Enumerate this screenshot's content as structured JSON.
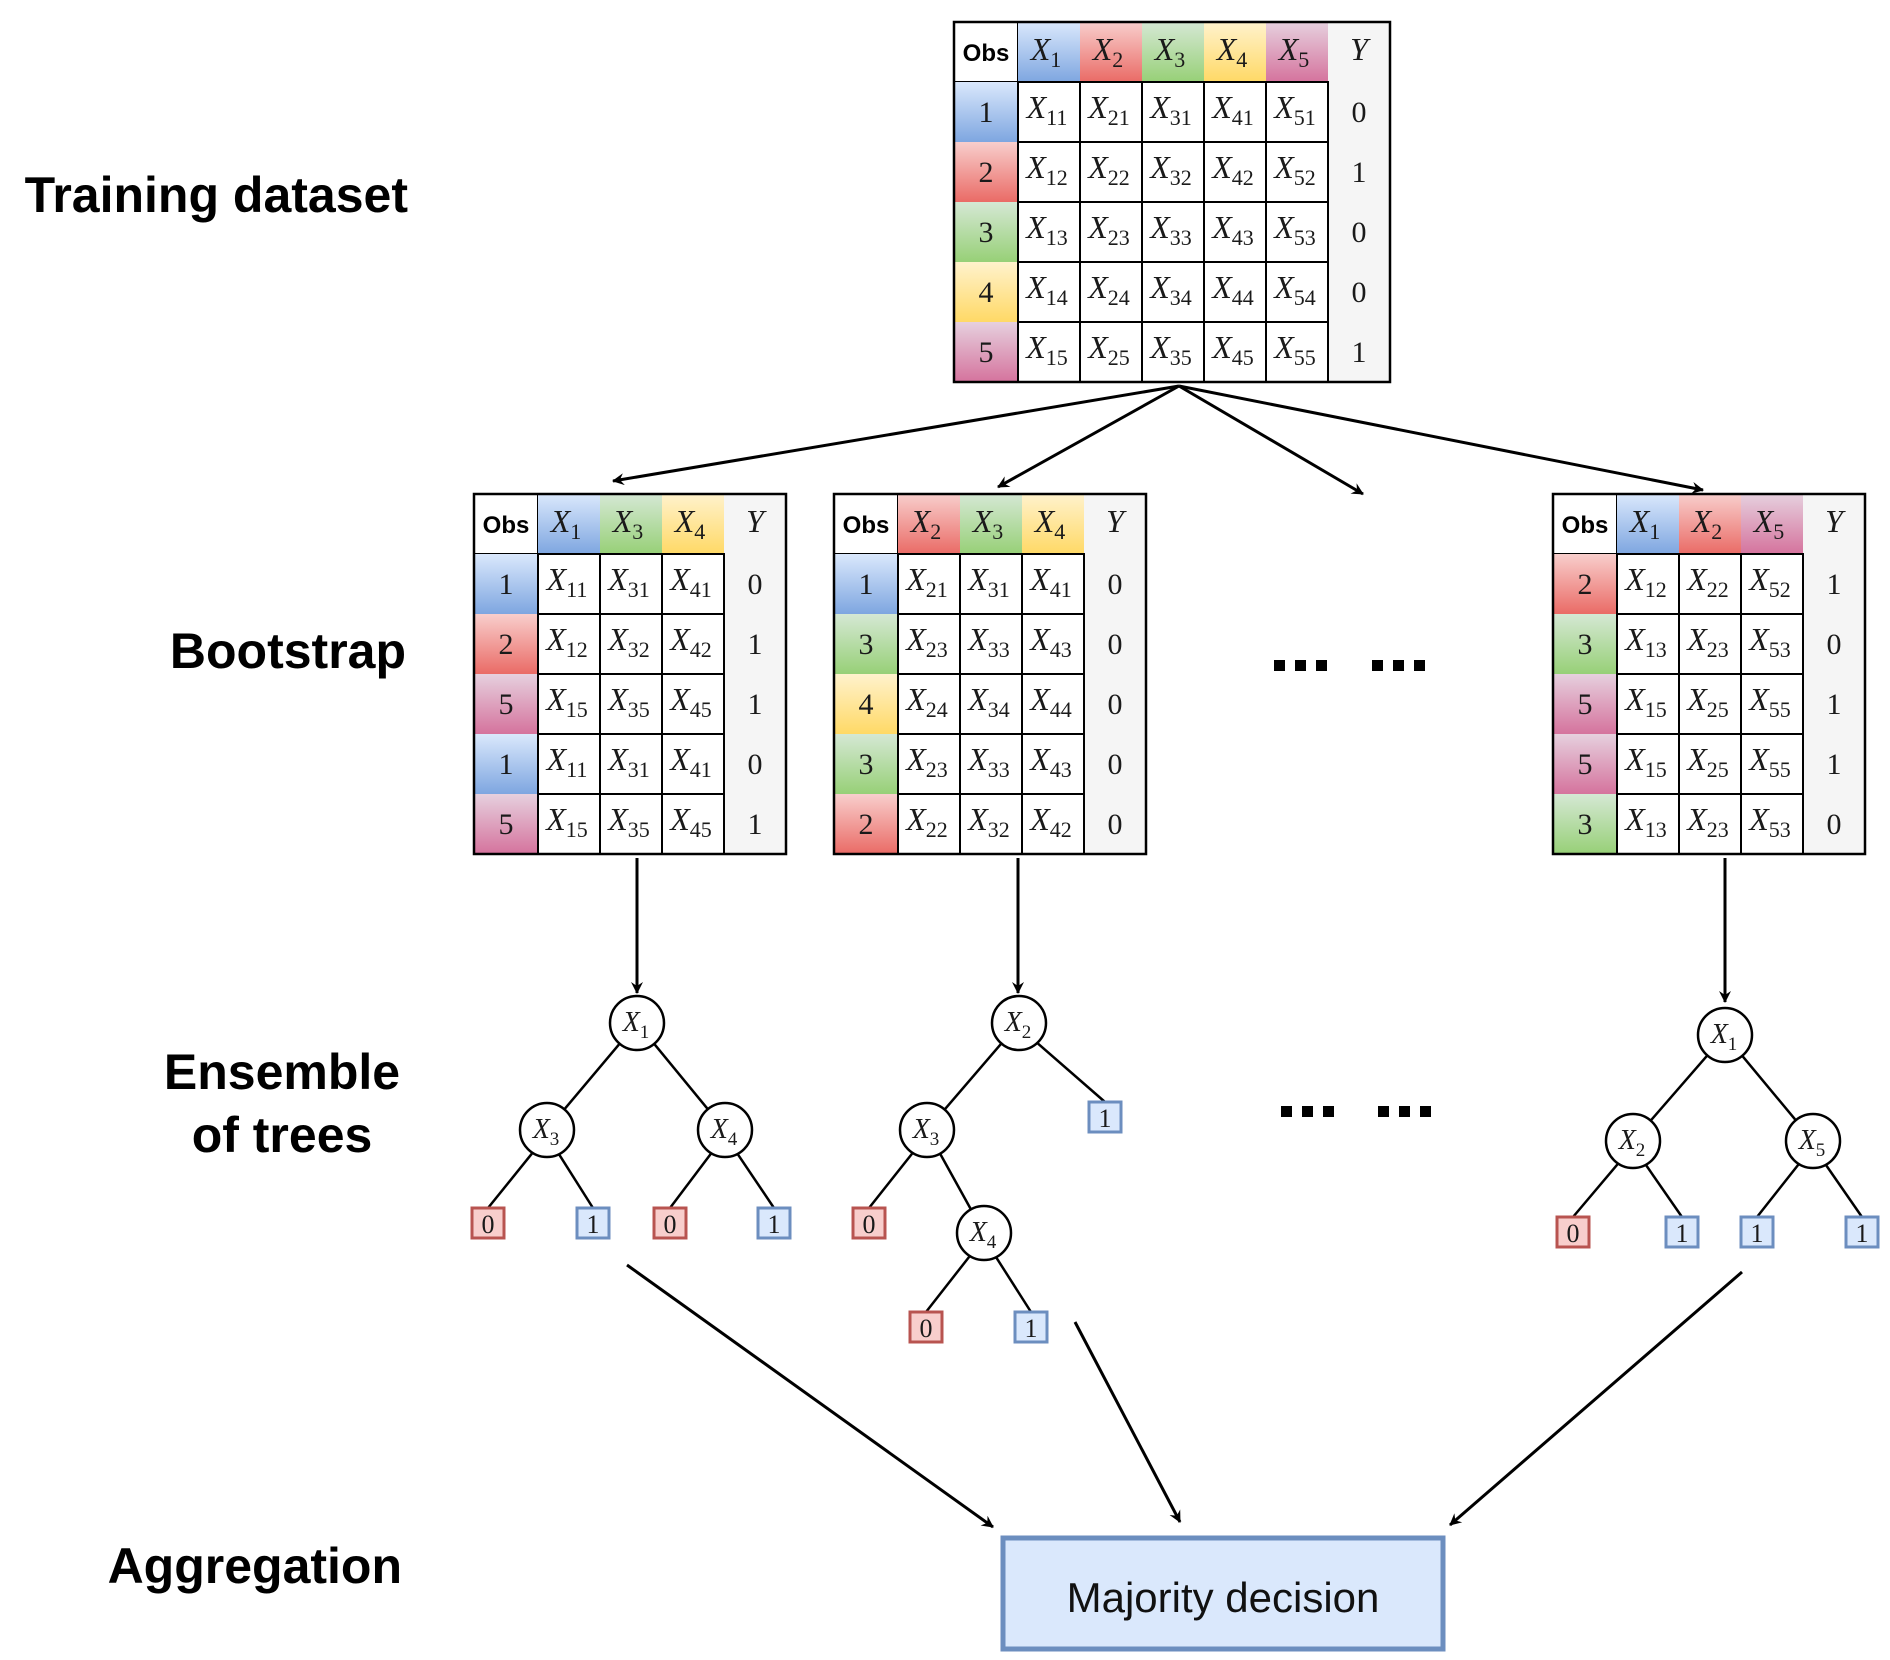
{
  "stage_labels": {
    "training": "Training dataset",
    "bootstrap": "Bootstrap",
    "ensemble_line1": "Ensemble",
    "ensemble_line2": "of trees",
    "aggregation": "Aggregation"
  },
  "colors": {
    "blue": {
      "light": "#dae8fc",
      "dark": "#7ea6e0"
    },
    "red": {
      "light": "#f8cecc",
      "dark": "#ea6b66"
    },
    "green": {
      "light": "#d5e8d4",
      "dark": "#97d077"
    },
    "yellow": {
      "light": "#fff2cc",
      "dark": "#ffd966"
    },
    "pink": {
      "light": "#e6d0de",
      "dark": "#d5739d"
    },
    "y_column": "#f5f5f5",
    "leaf0_fill": "#f8cecc",
    "leaf0_border": "#b85450",
    "leaf1_fill": "#dae8fc",
    "leaf1_border": "#6c8ebf",
    "decision_fill": "#dae8fc",
    "decision_border": "#6c8ebf"
  },
  "feature_colors": {
    "1": "blue",
    "2": "red",
    "3": "green",
    "4": "yellow",
    "5": "pink"
  },
  "obs_header": "Obs",
  "y_header": "Y",
  "training_table": {
    "features": [
      1,
      2,
      3,
      4,
      5
    ],
    "rows": [
      {
        "obs": 1,
        "y": 0
      },
      {
        "obs": 2,
        "y": 1
      },
      {
        "obs": 3,
        "y": 0
      },
      {
        "obs": 4,
        "y": 0
      },
      {
        "obs": 5,
        "y": 1
      }
    ]
  },
  "bootstrap_tables": [
    {
      "features": [
        1,
        3,
        4
      ],
      "rows": [
        {
          "obs": 1,
          "y": 0
        },
        {
          "obs": 2,
          "y": 1
        },
        {
          "obs": 5,
          "y": 1
        },
        {
          "obs": 1,
          "y": 0
        },
        {
          "obs": 5,
          "y": 1
        }
      ]
    },
    {
      "features": [
        2,
        3,
        4
      ],
      "rows": [
        {
          "obs": 1,
          "y": 0
        },
        {
          "obs": 3,
          "y": 0
        },
        {
          "obs": 4,
          "y": 0
        },
        {
          "obs": 3,
          "y": 0
        },
        {
          "obs": 2,
          "y": 0
        }
      ]
    },
    {
      "features": [
        1,
        2,
        5
      ],
      "rows": [
        {
          "obs": 2,
          "y": 1
        },
        {
          "obs": 3,
          "y": 0
        },
        {
          "obs": 5,
          "y": 1
        },
        {
          "obs": 5,
          "y": 1
        },
        {
          "obs": 3,
          "y": 0
        }
      ]
    }
  ],
  "trees": [
    {
      "nodes": [
        {
          "id": "a",
          "feature": 1
        },
        {
          "id": "b",
          "feature": 3,
          "parent": "a"
        },
        {
          "id": "c",
          "feature": 4,
          "parent": "a"
        },
        {
          "id": "l1",
          "leaf": 0,
          "parent": "b"
        },
        {
          "id": "l2",
          "leaf": 1,
          "parent": "b"
        },
        {
          "id": "l3",
          "leaf": 0,
          "parent": "c"
        },
        {
          "id": "l4",
          "leaf": 1,
          "parent": "c"
        }
      ]
    },
    {
      "nodes": [
        {
          "id": "a",
          "feature": 2
        },
        {
          "id": "b",
          "feature": 3,
          "parent": "a"
        },
        {
          "id": "l1",
          "leaf": 1,
          "parent": "a"
        },
        {
          "id": "l2",
          "leaf": 0,
          "parent": "b"
        },
        {
          "id": "c",
          "feature": 4,
          "parent": "b"
        },
        {
          "id": "l3",
          "leaf": 0,
          "parent": "c"
        },
        {
          "id": "l4",
          "leaf": 1,
          "parent": "c"
        }
      ]
    },
    {
      "nodes": [
        {
          "id": "a",
          "feature": 1
        },
        {
          "id": "b",
          "feature": 2,
          "parent": "a"
        },
        {
          "id": "c",
          "feature": 5,
          "parent": "a"
        },
        {
          "id": "l1",
          "leaf": 0,
          "parent": "b"
        },
        {
          "id": "l2",
          "leaf": 1,
          "parent": "b"
        },
        {
          "id": "l3",
          "leaf": 1,
          "parent": "c"
        },
        {
          "id": "l4",
          "leaf": 1,
          "parent": "c"
        }
      ]
    }
  ],
  "ellipsis": "▪▪▪",
  "aggregation_box": {
    "label": "Majority decision"
  }
}
